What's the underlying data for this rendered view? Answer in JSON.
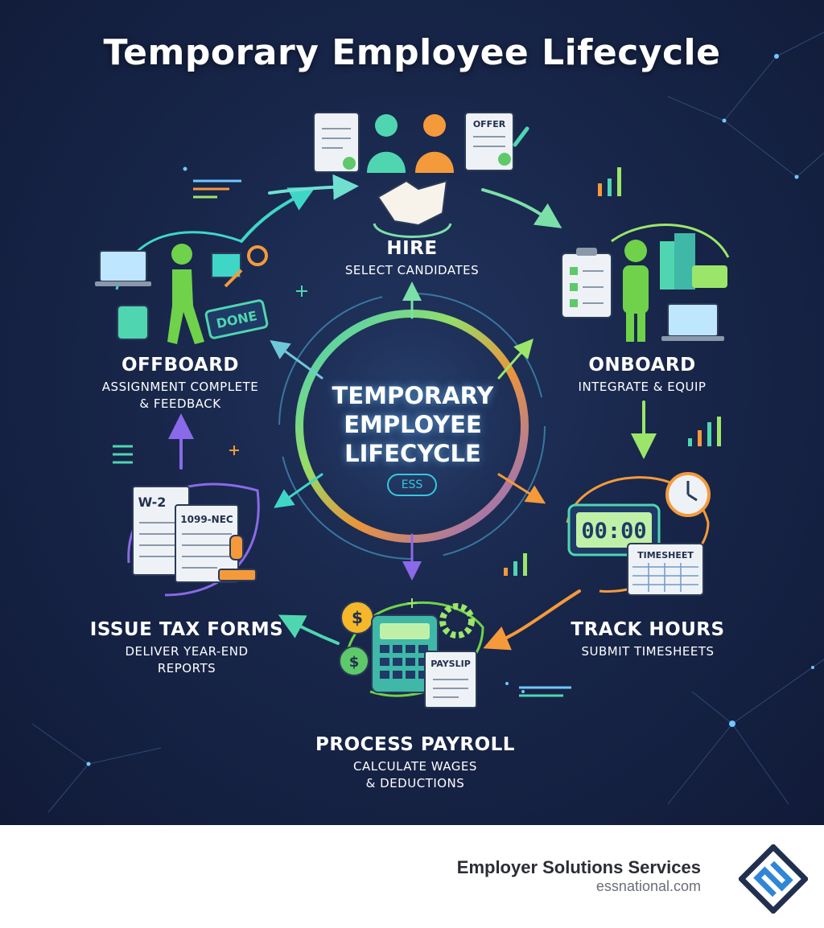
{
  "title": "Temporary Employee Lifecycle",
  "hub": {
    "line1": "TEMPORARY",
    "line2": "EMPLOYEE",
    "line3": "LIFECYCLE",
    "badge": "ESS"
  },
  "stages": [
    {
      "name": "HIRE",
      "sub1": "SELECT CANDIDATES",
      "sub2": ""
    },
    {
      "name": "ONBOARD",
      "sub1": "INTEGRATE & EQUIP",
      "sub2": ""
    },
    {
      "name": "TRACK HOURS",
      "sub1": "SUBMIT TIMESHEETS",
      "sub2": ""
    },
    {
      "name": "PROCESS PAYROLL",
      "sub1": "CALCULATE WAGES",
      "sub2": "& DEDUCTIONS"
    },
    {
      "name": "ISSUE TAX FORMS",
      "sub1": "DELIVER YEAR-END",
      "sub2": "REPORTS"
    },
    {
      "name": "OFFBOARD",
      "sub1": "ASSIGNMENT COMPLETE",
      "sub2": "& FEEDBACK"
    }
  ],
  "icon_text": {
    "offer_doc": "OFFER",
    "done_tag": "DONE",
    "timer_display": "00:00",
    "timesheet": "TIMESHEET",
    "payslip": "PAYSLIP",
    "w2": "W-2",
    "form1099": "1099-NEC"
  },
  "footer": {
    "brand": "Employer Solutions Services",
    "url": "essnational.com"
  },
  "colors": {
    "background": "#18264a",
    "hire_arc": "#7be0a8",
    "onboard_arc": "#9be66a",
    "track_arc": "#f59a3a",
    "payroll_arc": "#6fd24a",
    "tax_arc": "#8a6ae8",
    "offboard_arc": "#3fd6c8",
    "brand_text": "#2b2d36",
    "logo_blue": "#2f86d6",
    "logo_navy": "#22304f"
  }
}
